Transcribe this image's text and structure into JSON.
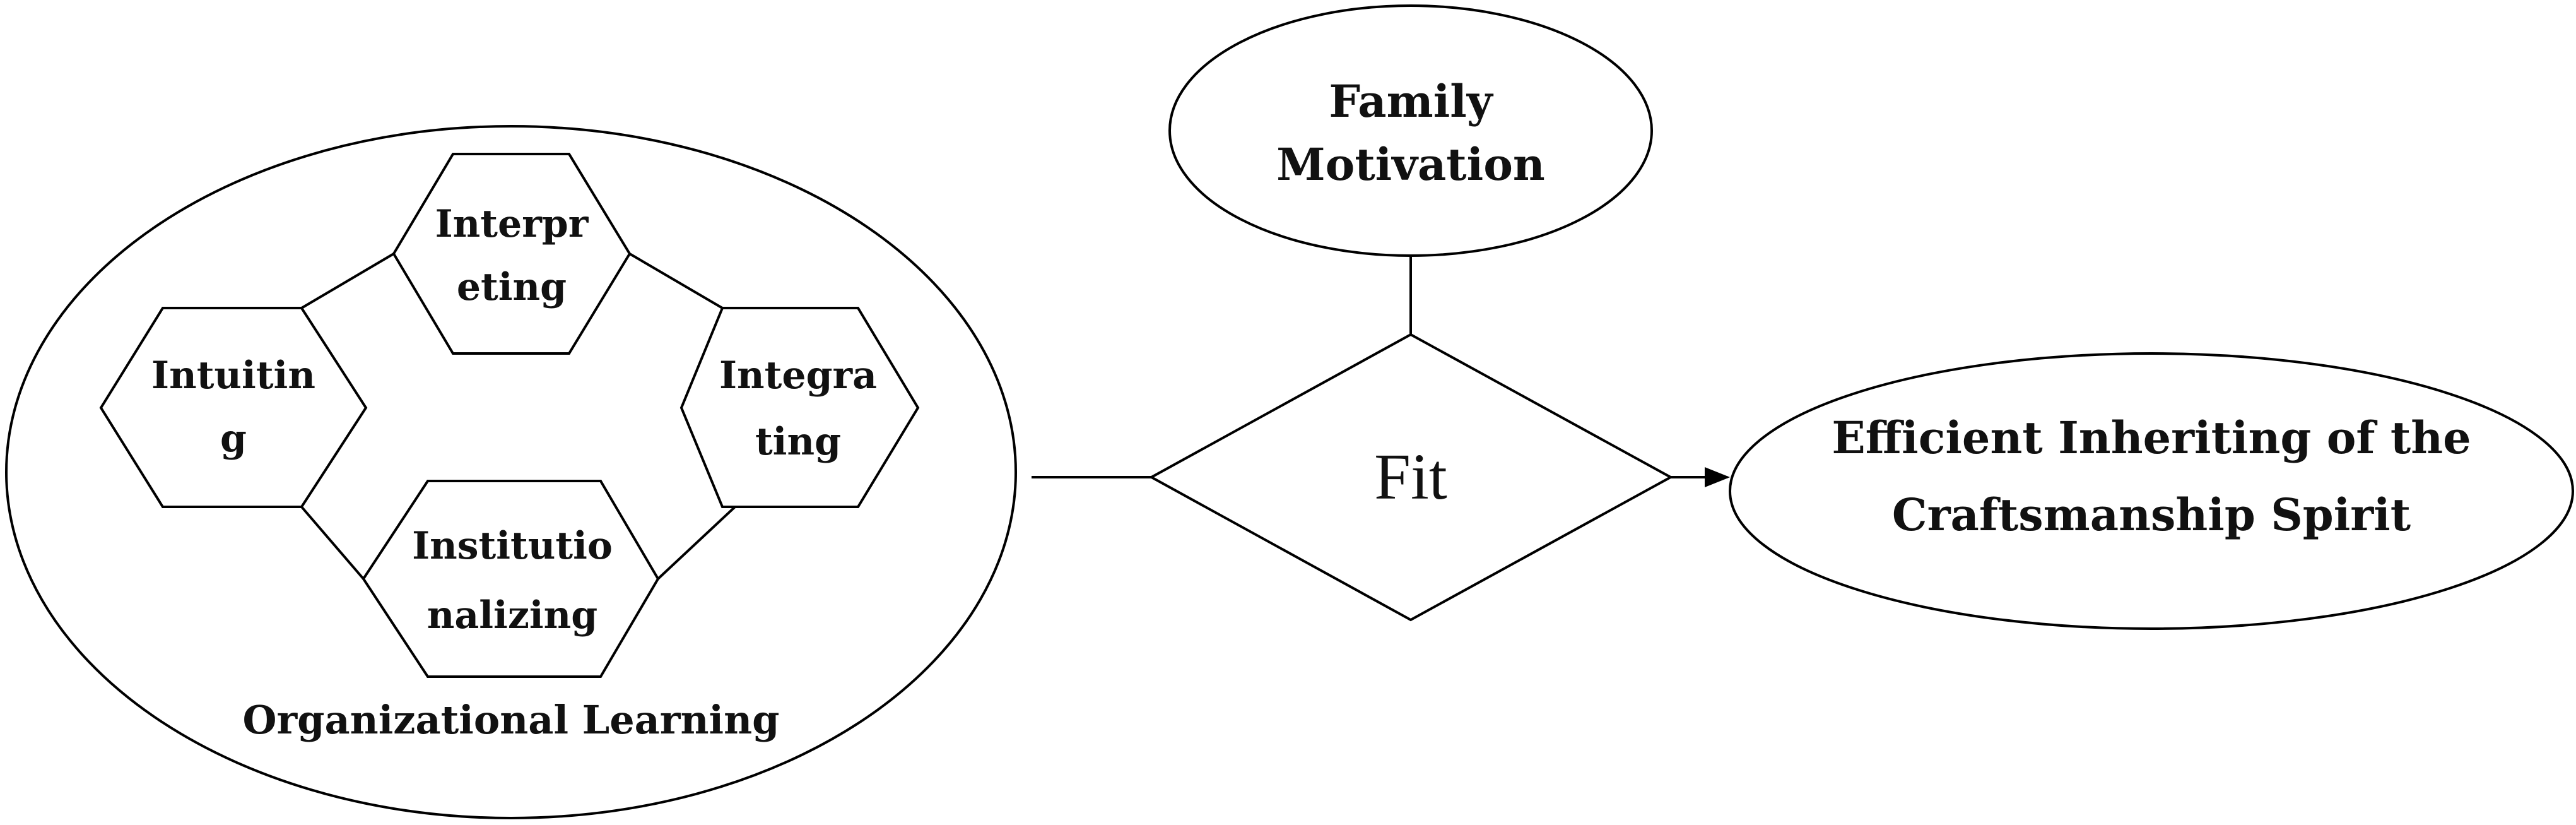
{
  "organizational_learning": {
    "label": "Organizational Learning",
    "intuiting": {
      "line1": "Intuitin",
      "line2": "g"
    },
    "interpreting": {
      "line1": "Interpr",
      "line2": "eting"
    },
    "integrating": {
      "line1": "Integra",
      "line2": "ting"
    },
    "institutionalizing": {
      "line1": "Institutio",
      "line2": "nalizing"
    }
  },
  "family_motivation": {
    "line1": "Family",
    "line2": "Motivation"
  },
  "fit": {
    "label": "Fit"
  },
  "outcome": {
    "line1": "Efficient Inheriting of the",
    "line2": "Craftsmanship Spirit"
  }
}
